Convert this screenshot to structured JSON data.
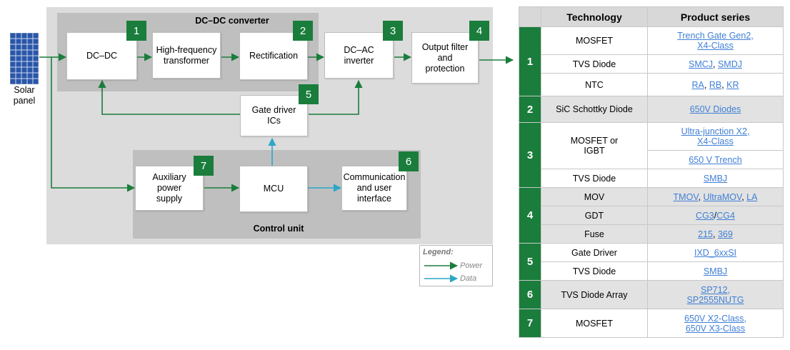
{
  "diagram": {
    "solar_label_1": "Solar",
    "solar_label_2": "panel",
    "dcdc_group_label": "DC–DC converter",
    "control_group_label": "Control unit",
    "blocks": {
      "dcdc": "DC–DC",
      "hf_transformer": "High-frequency transformer",
      "rectification": "Rectification",
      "dcac": "DC–AC inverter",
      "output_filter": "Output filter and protection",
      "gate_driver": "Gate driver ICs",
      "aux_power": "Auxiliary power supply",
      "mcu": "MCU",
      "comm": "Communication and user interface"
    },
    "numbers": {
      "n1": "1",
      "n2": "2",
      "n3": "3",
      "n4": "4",
      "n5": "5",
      "n6": "6",
      "n7": "7"
    },
    "legend": {
      "title": "Legend:",
      "power": "Power",
      "data": "Data"
    },
    "colors": {
      "power": "#1a7d3c",
      "data": "#2aa7c9",
      "group_bg": "#bfbfbf",
      "outer_bg": "#dcdcdc"
    }
  },
  "table": {
    "headers": [
      "Technology",
      "Product series"
    ],
    "groups": {
      "g1": "1",
      "g2": "2",
      "g3": "3",
      "g4": "4",
      "g5": "5",
      "g6": "6",
      "g7": "7"
    },
    "rows": {
      "r1": {
        "tech": "MOSFET",
        "p1": "Trench Gate Gen2,",
        "p2": "X4-Class"
      },
      "r2": {
        "tech": "TVS Diode",
        "p1": "SMCJ",
        "sep": ", ",
        "p2": "SMDJ"
      },
      "r3": {
        "tech": "NTC",
        "p1": "RA",
        "sep1": ", ",
        "p2": "RB",
        "sep2": ", ",
        "p3": "KR"
      },
      "r4": {
        "tech": "SiC Schottky Diode",
        "p1": "650V Diodes"
      },
      "r5": {
        "tech": "MOSFET or IGBT",
        "p1": "Ultra-junction X2,",
        "p2": "X4-Class"
      },
      "r6": {
        "p1": "650 V Trench"
      },
      "r7": {
        "tech": "TVS Diode",
        "p1": "SMBJ"
      },
      "r8": {
        "tech": "MOV",
        "p1": "TMOV",
        "sep1": ", ",
        "p2": "UltraMOV",
        "sep2": ", ",
        "p3": "LA"
      },
      "r9": {
        "tech": "GDT",
        "p1": "CG3",
        "sep": "/",
        "p2": "CG4"
      },
      "r10": {
        "tech": "Fuse",
        "p1": "215",
        "sep": ", ",
        "p2": "369"
      },
      "r11": {
        "tech": "Gate Driver",
        "p1": "IXD_6xxSI"
      },
      "r12": {
        "tech": "TVS Diode",
        "p1": "SMBJ"
      },
      "r13": {
        "tech": "TVS Diode Array",
        "p1": "SP712,",
        "p2": "SP2555NUTG"
      },
      "r14": {
        "tech": "MOSFET",
        "p1": "650V X2-Class,",
        "p2": "650V X3-Class"
      }
    }
  }
}
